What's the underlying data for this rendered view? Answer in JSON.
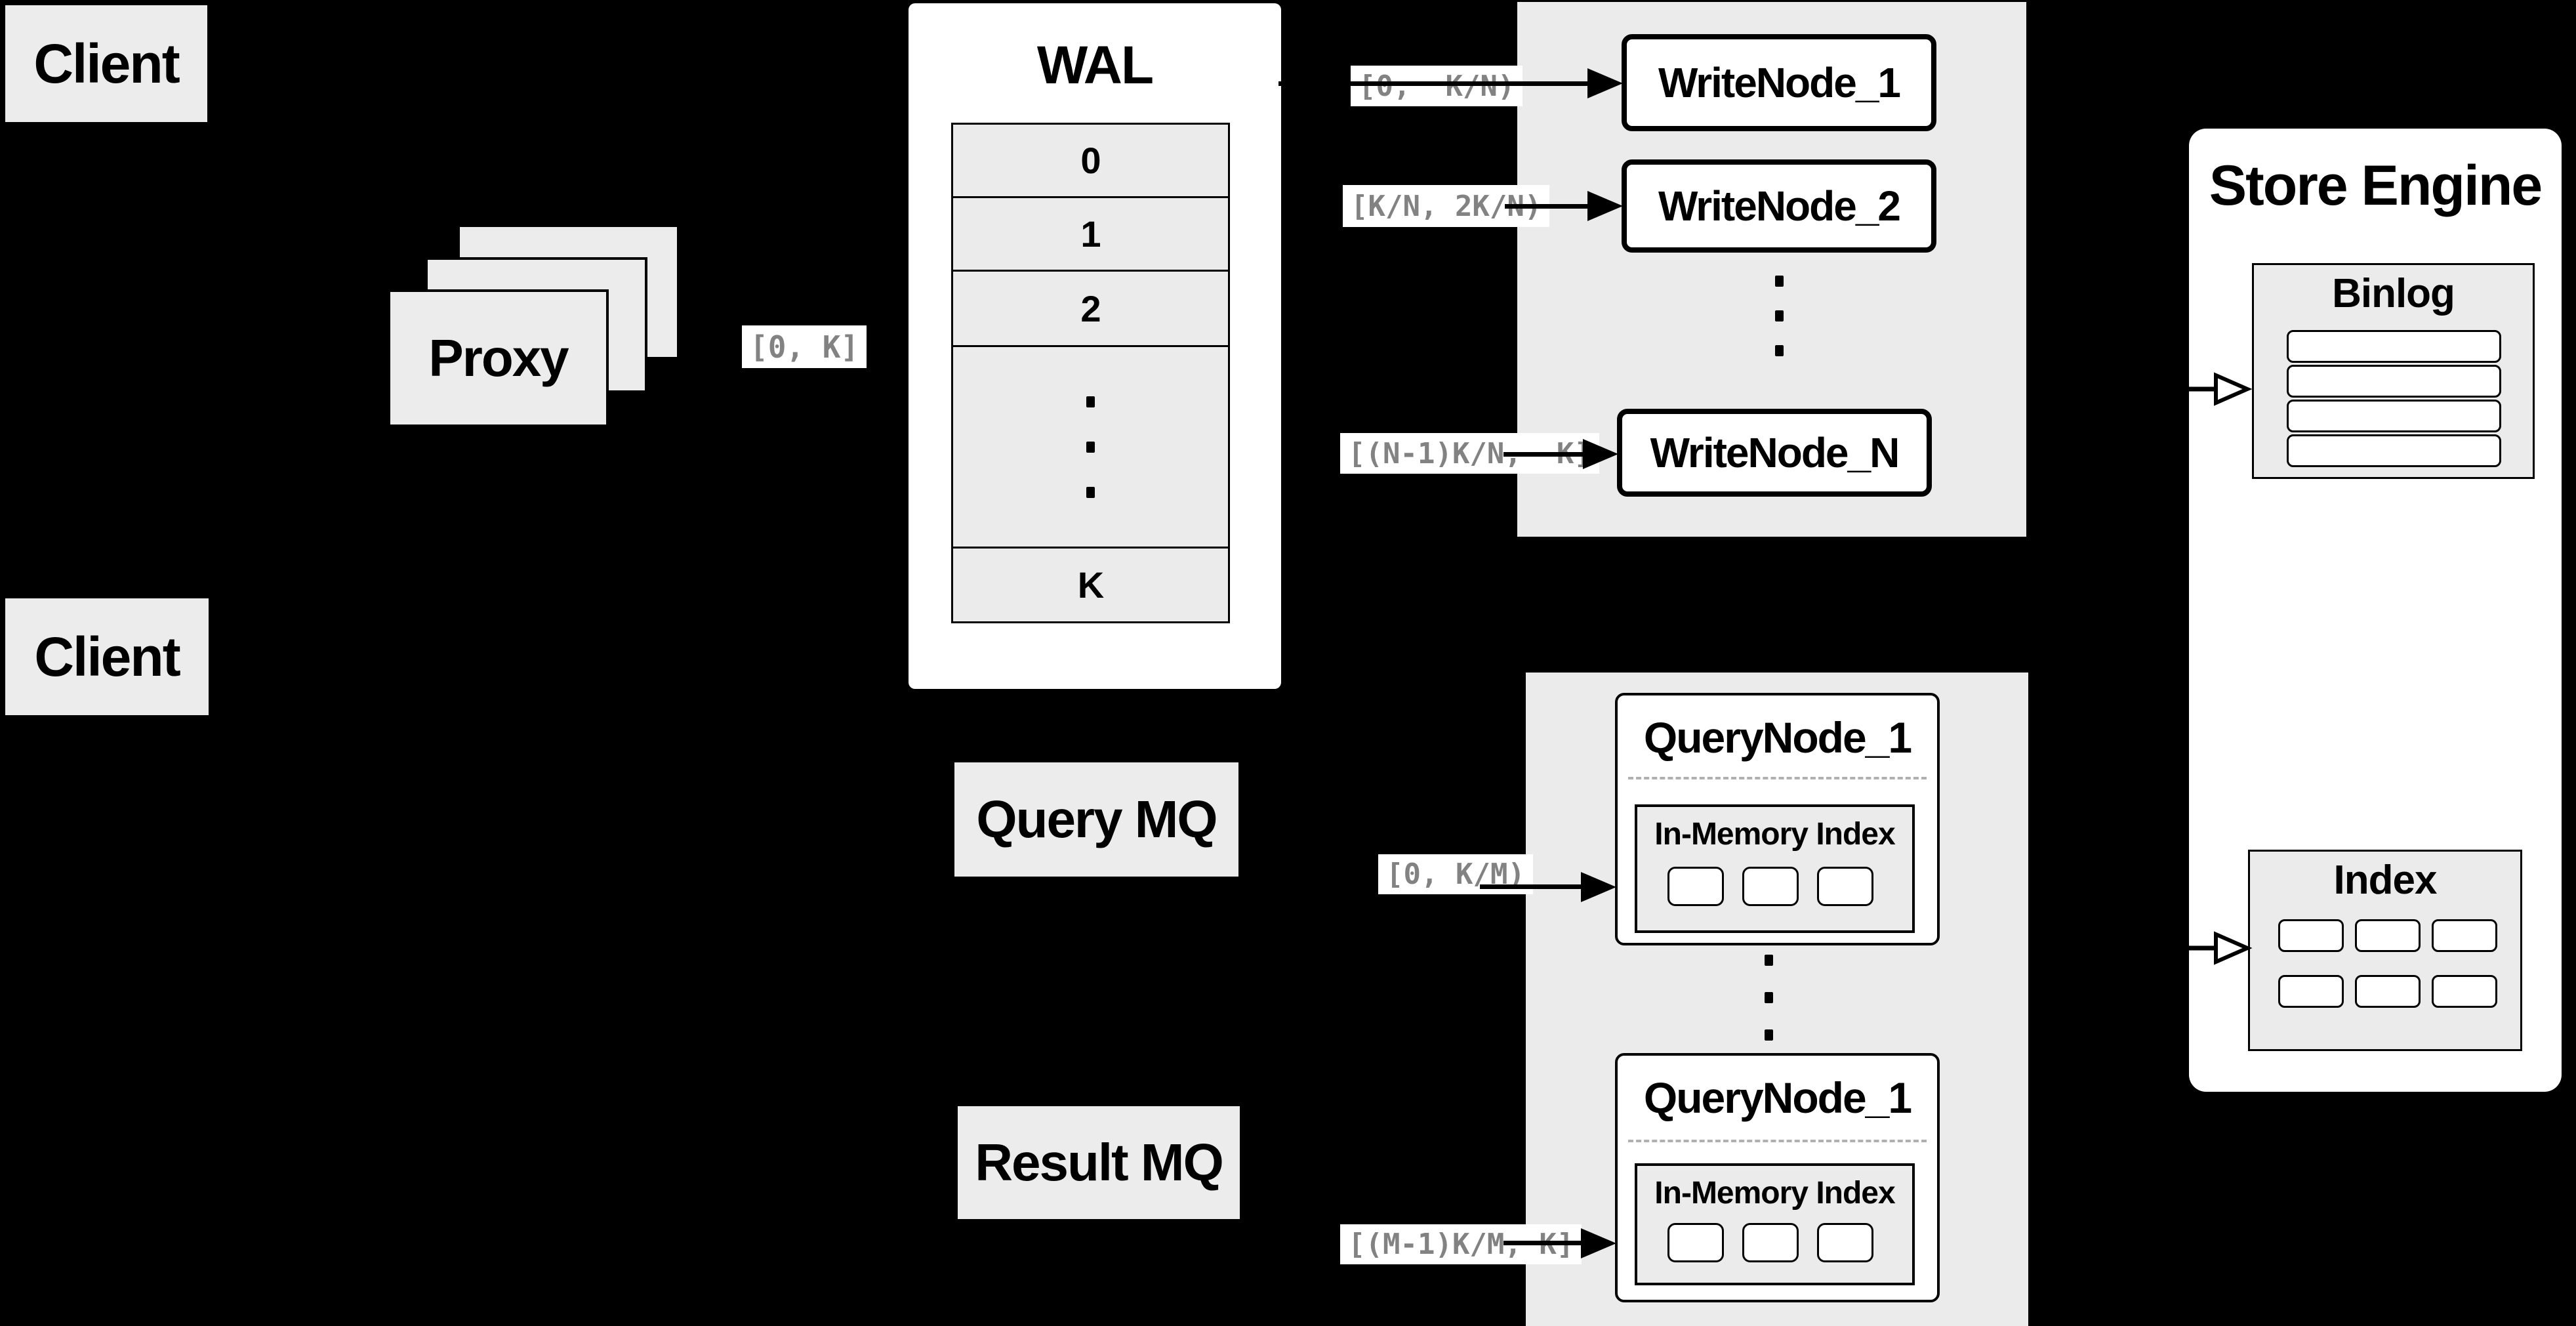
{
  "diagram": {
    "clients": {
      "top": "Client",
      "bottom": "Client"
    },
    "proxy": {
      "label": "Proxy"
    },
    "wal": {
      "title": "WAL",
      "rows": [
        "0",
        "1",
        "2"
      ],
      "last_row": "K"
    },
    "mq": {
      "query": "Query MQ",
      "result": "Result MQ"
    },
    "range_labels": {
      "proxy_out": "[0, K]",
      "write_1": "[0,  K/N)",
      "write_2": "[K/N, 2K/N)",
      "write_n": "[(N-1)K/N,  K]",
      "query_1": "[0, K/M)",
      "query_m": "[(M-1)K/M, K]"
    },
    "write_nodes": [
      "WriteNode_1",
      "WriteNode_2",
      "WriteNode_N"
    ],
    "query_nodes": [
      {
        "title": "QueryNode_1",
        "inmem": "In-Memory Index"
      },
      {
        "title": "QueryNode_1",
        "inmem": "In-Memory Index"
      }
    ],
    "store": {
      "title": "Store Engine",
      "binlog": "Binlog",
      "index": "Index"
    },
    "colors": {
      "background": "#000000",
      "panel": "#ebebeb",
      "card": "#ececec",
      "label_text": "#828282",
      "line": "#000000"
    }
  }
}
